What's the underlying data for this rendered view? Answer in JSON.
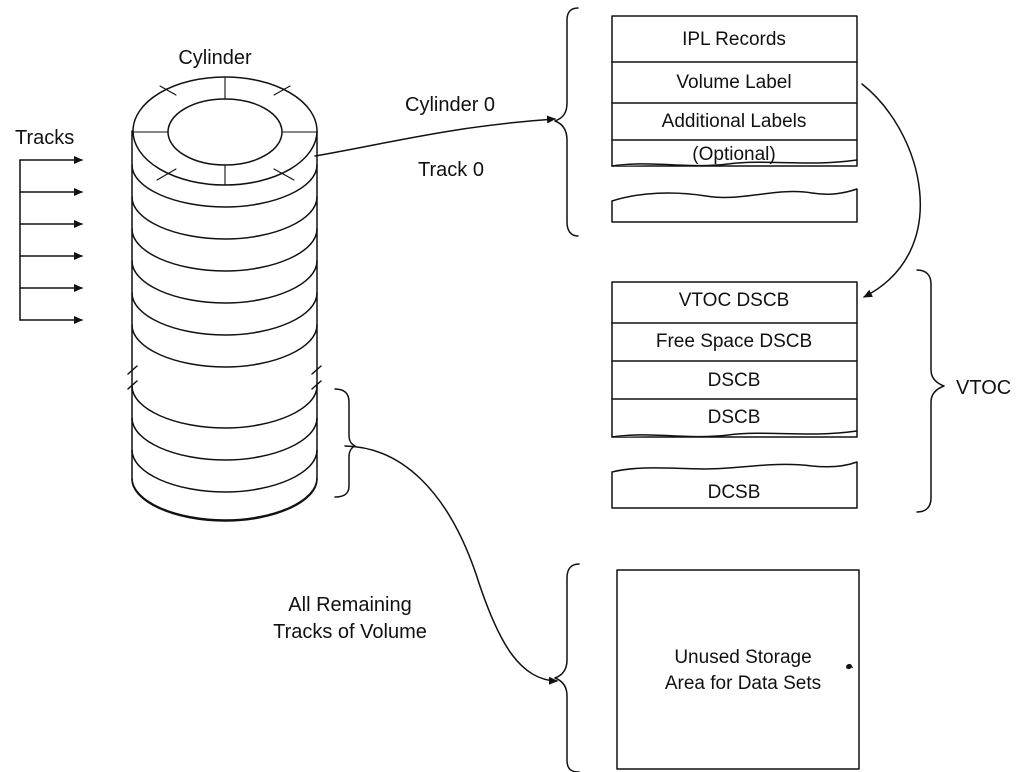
{
  "diagram": {
    "labels": {
      "tracks": "Tracks",
      "cylinder": "Cylinder",
      "cylinder_0": "Cylinder 0",
      "track_0": "Track 0",
      "all_remaining_line1": "All Remaining",
      "all_remaining_line2": "Tracks of Volume",
      "vtoc": "VTOC"
    },
    "track_zero_box": {
      "rows": [
        "IPL Records",
        "Volume Label",
        "Additional Labels",
        "(Optional)"
      ]
    },
    "vtoc_box": {
      "rows": [
        "VTOC DSCB",
        "Free Space DSCB",
        "DSCB",
        "DSCB"
      ],
      "extra_row": "DCSB"
    },
    "unused_box": {
      "line1": "Unused Storage",
      "line2": "Area for Data Sets"
    }
  }
}
